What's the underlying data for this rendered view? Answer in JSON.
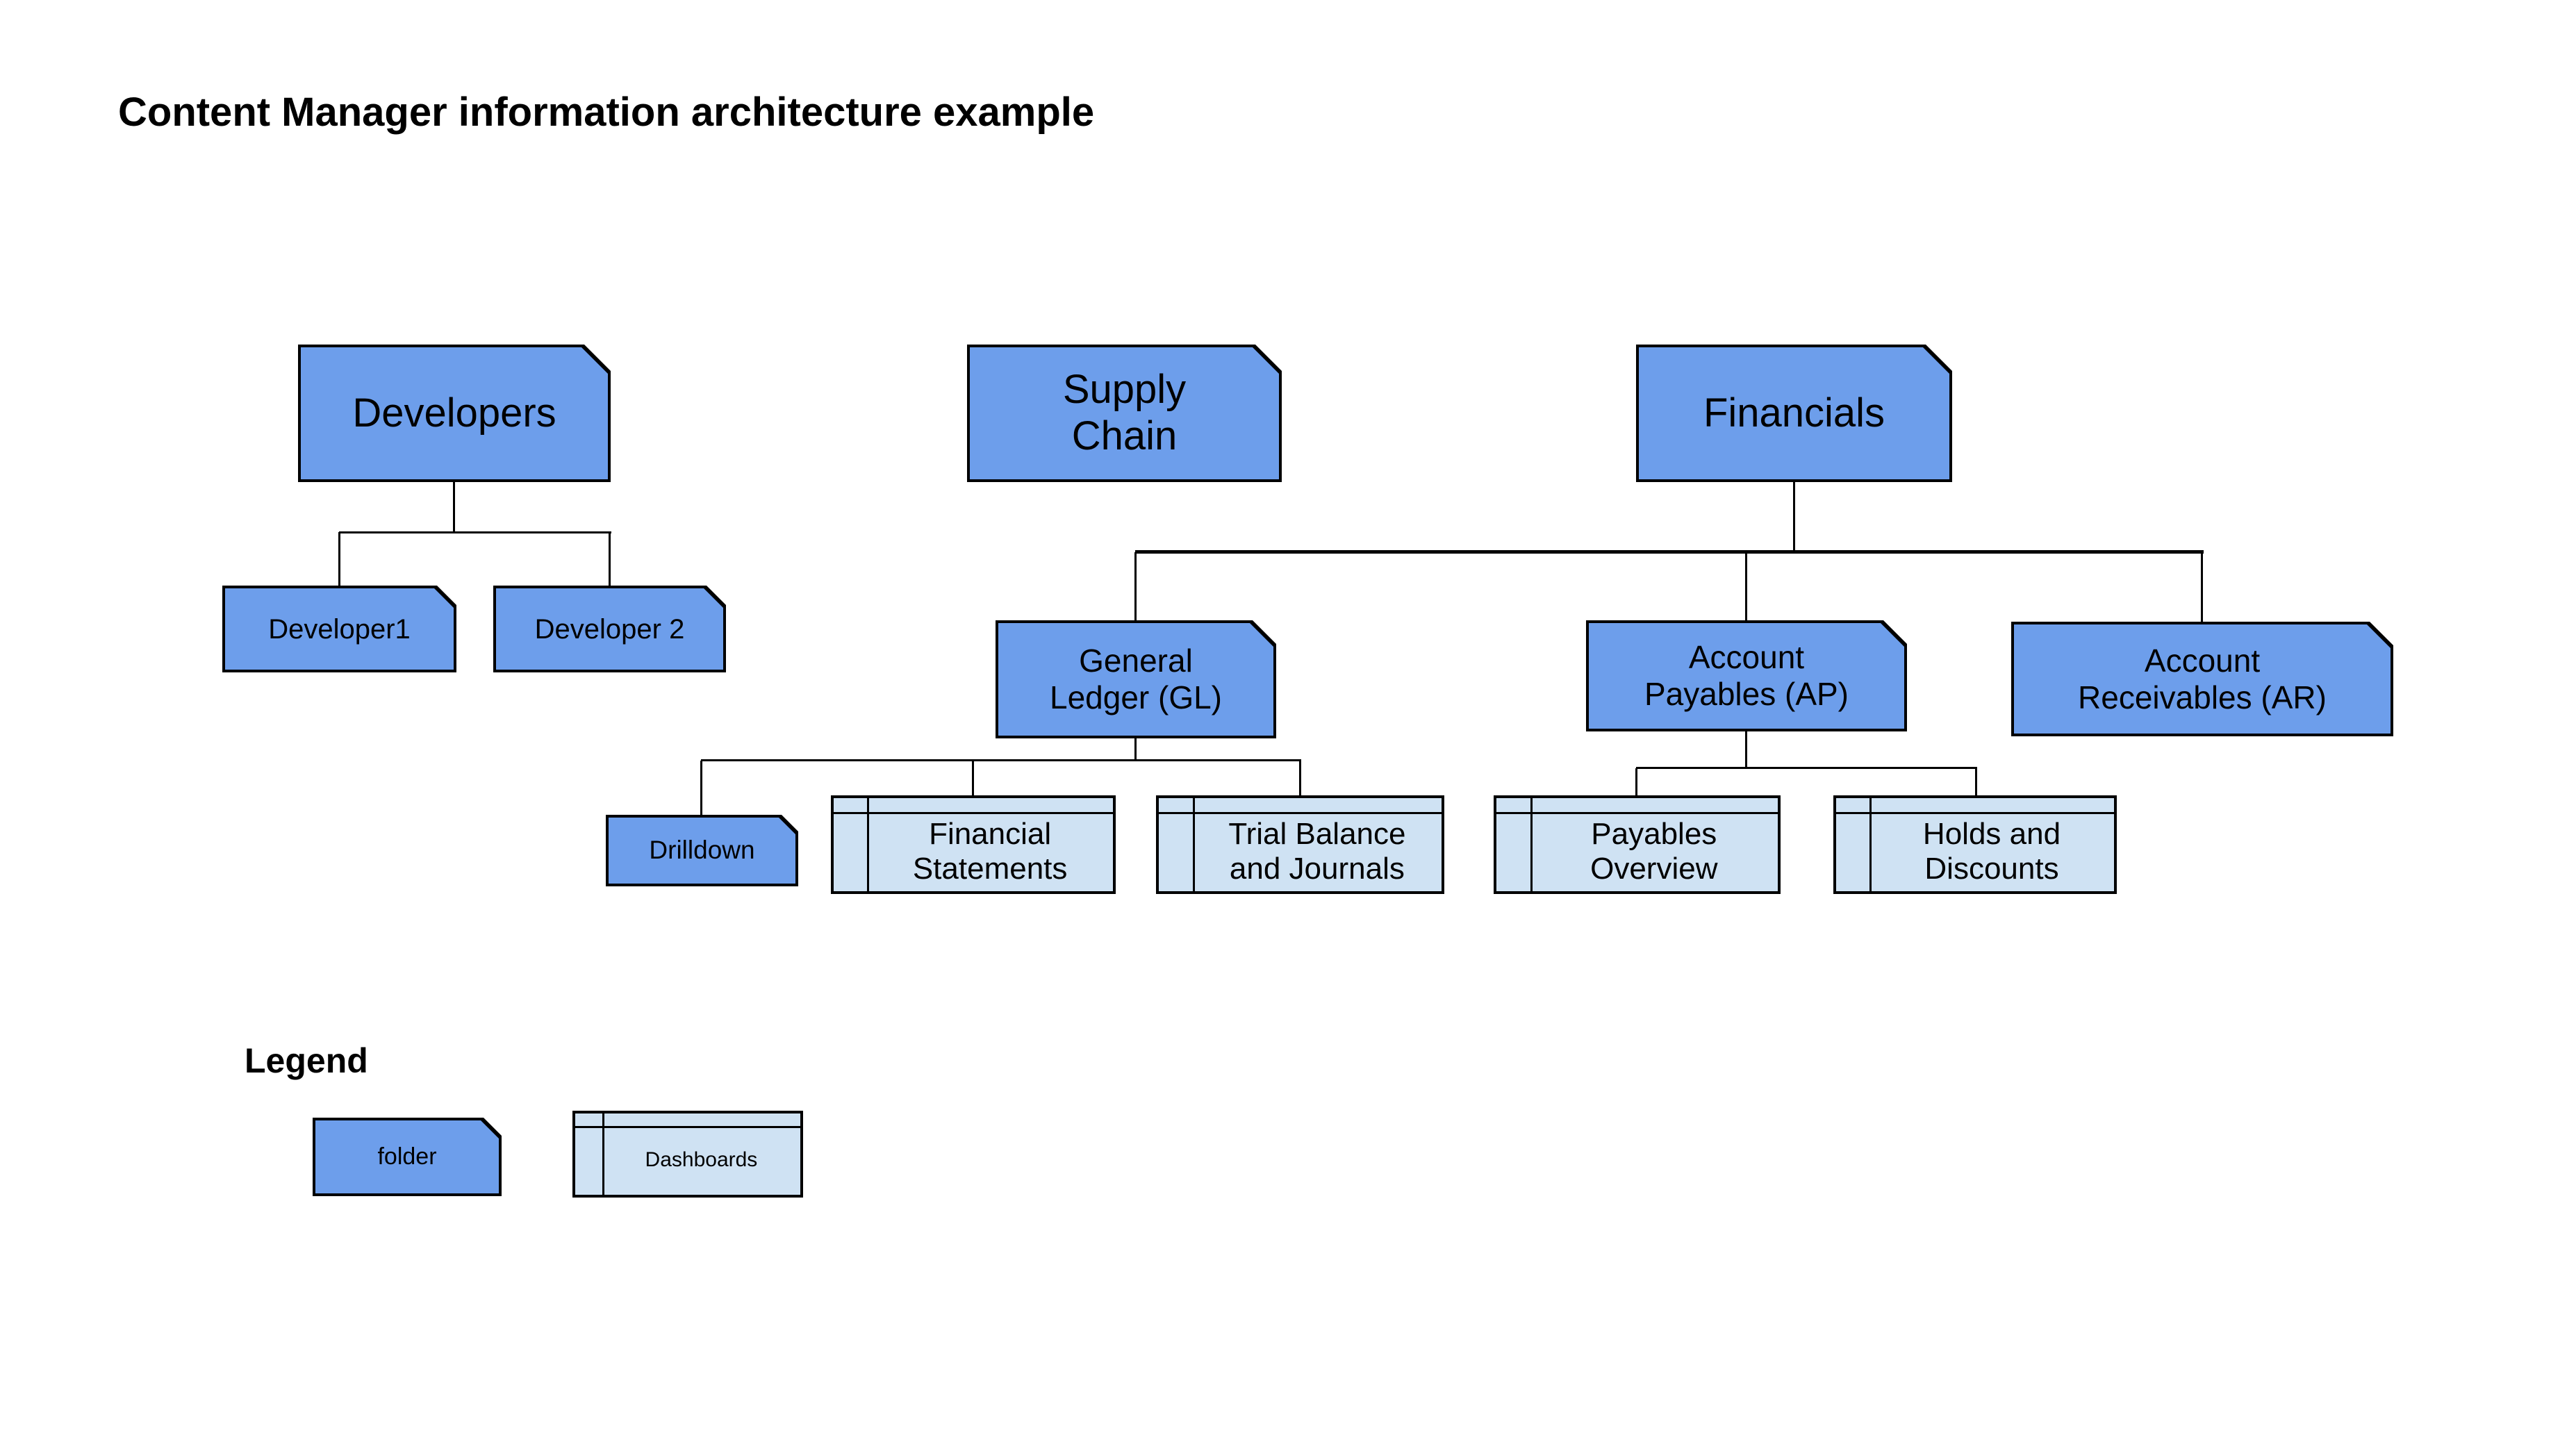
{
  "title": "Content Manager information architecture example",
  "colors": {
    "folder_fill": "#6D9EEB",
    "dashboard_fill": "#CFE2F3",
    "line": "#000000",
    "background": "#FFFFFF"
  },
  "diagram_type": "information-architecture-tree",
  "nodes": {
    "developers": {
      "type": "folder",
      "label": "Developers"
    },
    "supply_chain": {
      "type": "folder",
      "label": "Supply\nChain"
    },
    "financials": {
      "type": "folder",
      "label": "Financials"
    },
    "developer1": {
      "type": "folder",
      "label": "Developer1"
    },
    "developer2": {
      "type": "folder",
      "label": "Developer 2"
    },
    "general_ledger": {
      "type": "folder",
      "label": "General\nLedger (GL)"
    },
    "account_payables": {
      "type": "folder",
      "label": "Account\nPayables (AP)"
    },
    "account_receivables": {
      "type": "folder",
      "label": "Account\nReceivables (AR)"
    },
    "drilldown": {
      "type": "folder",
      "label": "Drilldown"
    },
    "financial_statements": {
      "type": "dashboard",
      "label": "Financial\nStatements"
    },
    "trial_balance": {
      "type": "dashboard",
      "label": "Trial Balance\nand Journals"
    },
    "payables_overview": {
      "type": "dashboard",
      "label": "Payables\nOverview"
    },
    "holds_discounts": {
      "type": "dashboard",
      "label": "Holds and\nDiscounts"
    }
  },
  "hierarchy": [
    {
      "parent": "Developers",
      "children": [
        "Developer1",
        "Developer 2"
      ]
    },
    {
      "parent": "Supply Chain",
      "children": []
    },
    {
      "parent": "Financials",
      "children": [
        "General Ledger (GL)",
        "Account Payables (AP)",
        "Account Receivables (AR)"
      ]
    },
    {
      "parent": "General Ledger (GL)",
      "children": [
        "Drilldown",
        "Financial Statements",
        "Trial Balance and Journals"
      ]
    },
    {
      "parent": "Account Payables (AP)",
      "children": [
        "Payables Overview",
        "Holds and Discounts"
      ]
    },
    {
      "parent": "Account Receivables (AR)",
      "children": []
    }
  ],
  "legend": {
    "heading": "Legend",
    "items": [
      {
        "type": "folder",
        "label": "folder"
      },
      {
        "type": "dashboard",
        "label": "Dashboards"
      }
    ]
  }
}
